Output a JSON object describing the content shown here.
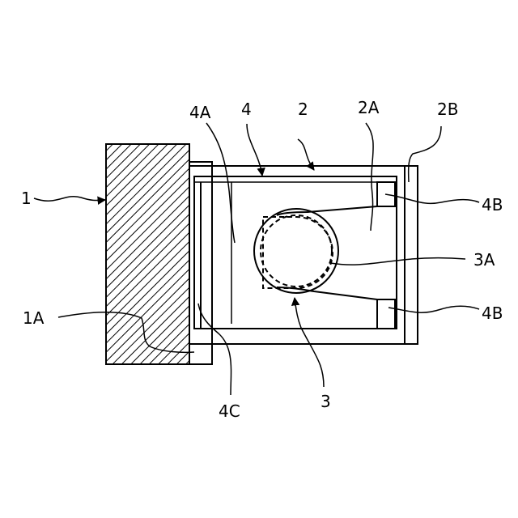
{
  "labels": {
    "part_1": "1",
    "part_1a": "1A",
    "part_2": "2",
    "part_2a": "2A",
    "part_2b": "2B",
    "part_3": "3",
    "part_3a": "3A",
    "part_4": "4",
    "part_4a": "4A",
    "part_4b_upper": "4B",
    "part_4b_lower": "4B",
    "part_4c": "4C"
  }
}
